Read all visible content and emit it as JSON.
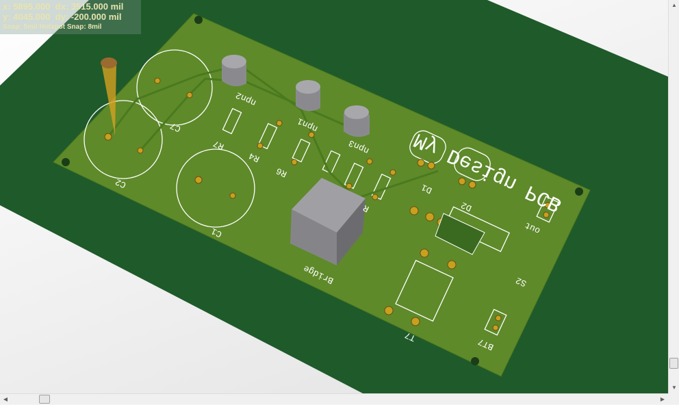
{
  "readout": {
    "x_label": "x:",
    "x_value": "5895.000",
    "dx_label": "dx:",
    "dx_value": "3515.000 mil",
    "y_label": "y:",
    "y_value": "4045.000",
    "dy_label": "dy:",
    "dy_value": "-200.000 mil",
    "snap": "Snap: 5mil Hotspot Snap: 8mil"
  },
  "board": {
    "title": "My Design PCB",
    "components": [
      "C2",
      "C7",
      "C1",
      "R7",
      "R4",
      "R6",
      "R",
      "npn2",
      "npn1",
      "npn3",
      "D1",
      "D2",
      "Bridge",
      "S2",
      "T7",
      "BT7",
      "out"
    ]
  },
  "colors": {
    "board": "#5e8a2a",
    "plane": "#1f5a2a",
    "silk": "#ffffff",
    "pad": "#c8a020"
  }
}
